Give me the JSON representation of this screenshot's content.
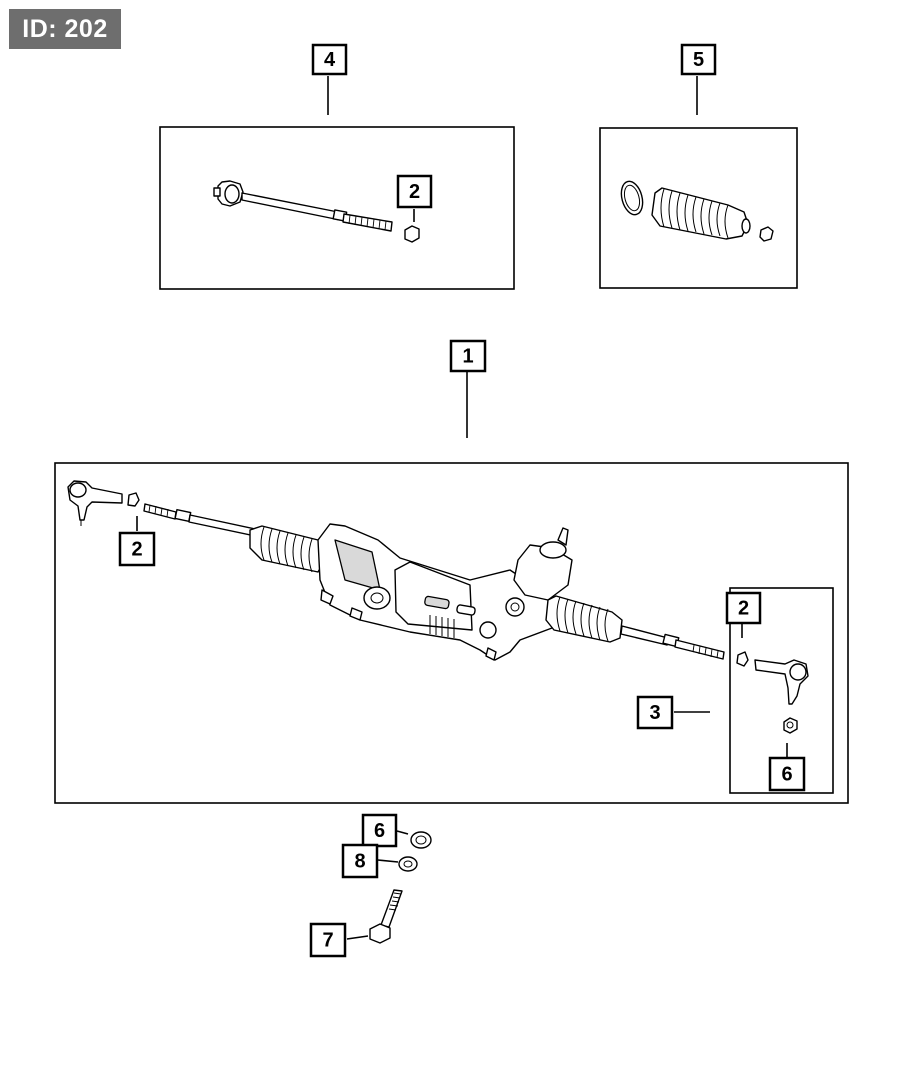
{
  "id_badge": "ID: 202",
  "callouts": {
    "rack_assembly": "1",
    "nut_upper": "2",
    "nut_left": "2",
    "nut_right": "2",
    "tie_rod_end": "3",
    "inner_tie_rod": "4",
    "boot_kit": "5",
    "nut_right_lower": "6",
    "washer_upper": "6",
    "bolt": "7",
    "washer_lower": "8"
  },
  "colors": {
    "badge_bg": "#6e6e6e",
    "badge_text": "#ffffff",
    "line": "#000000"
  }
}
